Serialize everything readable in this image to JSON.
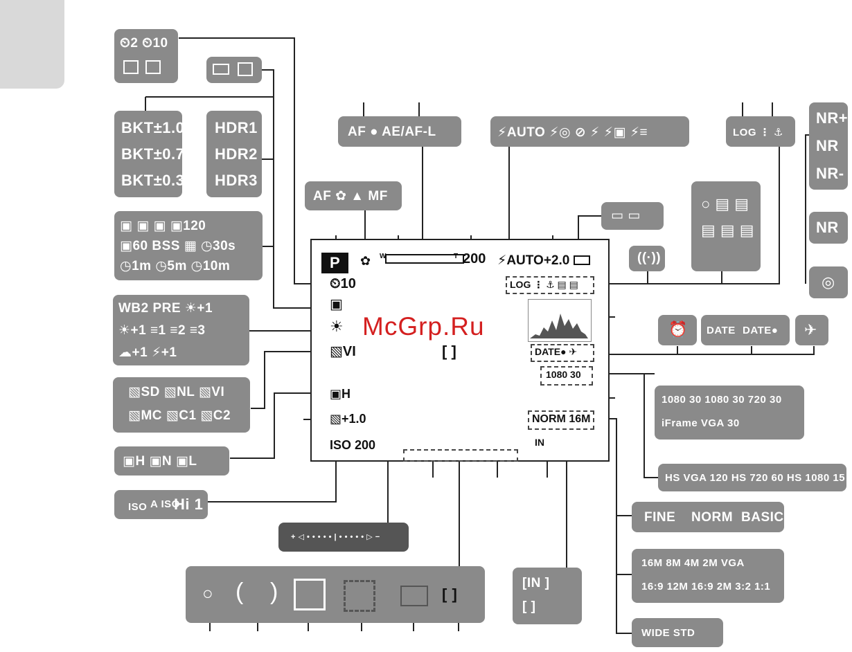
{
  "watermark": "McGrp.Ru",
  "colors": {
    "box_fill": "#8a8a8a",
    "tab_fill": "#d9d9d9",
    "line": "#222222",
    "watermark": "#d42020"
  },
  "left": {
    "self_timer": {
      "row1": "⏲2 ⏲10",
      "row2_icons": [
        "smile-timer-icon",
        "pet-timer-icon"
      ]
    },
    "movie_icons": [
      "camera-icon",
      "movie-camera-icon"
    ],
    "bracketing": [
      "BKT±1.0",
      "BKT±0.7",
      "BKT±0.3"
    ],
    "hdr": [
      "HDR1",
      "HDR2",
      "HDR3"
    ],
    "continuous": {
      "row1": "▣ ▣ ▣ ▣120",
      "row2": "▣60 BSS ▦ ◷30s",
      "row3": "◷1m ◷5m ◷10m"
    },
    "white_balance": {
      "row1": "WB2 PRE ☀+1",
      "row2": "☀+1 ≡⁠1 ≡⁠2 ≡⁠3",
      "row3": "☁+1 ⚡+1"
    },
    "picture_control": {
      "row1": "▧SD ▧NL ▧VI",
      "row2": "▧MC ▧C1 ▧C2"
    },
    "dlighting": "▣H ▣N ▣L",
    "iso_box": {
      "a": "ISO",
      "b": "A ISO",
      "c": "Hi 1"
    }
  },
  "top": {
    "af_indicator": "AF ● AE/AF-L",
    "focus_modes": "AF ✿ ▲ MF",
    "flash_modes": "⚡AUTO ⚡◎ ⊘ ⚡ ⚡▣ ⚡≡",
    "battery": "▭ ▭",
    "log_gps": "LOG ⋮ ⚓"
  },
  "right": {
    "nr": [
      "NR+",
      "NR",
      "NR-"
    ],
    "nr_single": "NR",
    "gps_icons": "○ ▤ ▤ ▤ ▤ ▤",
    "date_icons": [
      "⏰",
      "DATE",
      "DATE●",
      "✈"
    ],
    "movie_sizes": {
      "row1": "1080 30  1080 30  720 30",
      "row2": "iFrame   VGA 30"
    },
    "hs_movie": "HS VGA 120  HS 720 60  HS 1080 15",
    "quality": [
      "FINE",
      "NORM",
      "BASIC"
    ],
    "image_size": {
      "row1": "16M 8M 4M 2M VGA",
      "row2": "16:9 12M  16:9 2M  3:2  1:1"
    },
    "fisheye": "WIDE  STD"
  },
  "monitor": {
    "mode": "P",
    "zoom_w": "W",
    "zoom_t": "T",
    "iso": "200",
    "flash": "⚡AUTO+2.0",
    "timer": "⏲10",
    "continuous_icon": "▣",
    "wb_icon": "☀",
    "picture_control": "▧VI",
    "af_frame": "[    ]",
    "dlighting": "▣H",
    "exposure": "▧+1.0",
    "iso_label": "ISO 200",
    "log": "LOG ⋮ ⚓ ▤ ▤",
    "date": "DATE● ✈",
    "movie": "1080 30",
    "quality": "NORM 16M",
    "memory": "IN"
  },
  "bottom": {
    "exposure_scale": "+ ◁ • • • • • | • • • • • ▷ −",
    "focus_areas": [
      "○",
      "(",
      ")",
      "□",
      "⬚",
      "▭",
      "[  ]"
    ],
    "memory_box": {
      "row1": "[IN  ]",
      "row2": "[    ]"
    }
  }
}
